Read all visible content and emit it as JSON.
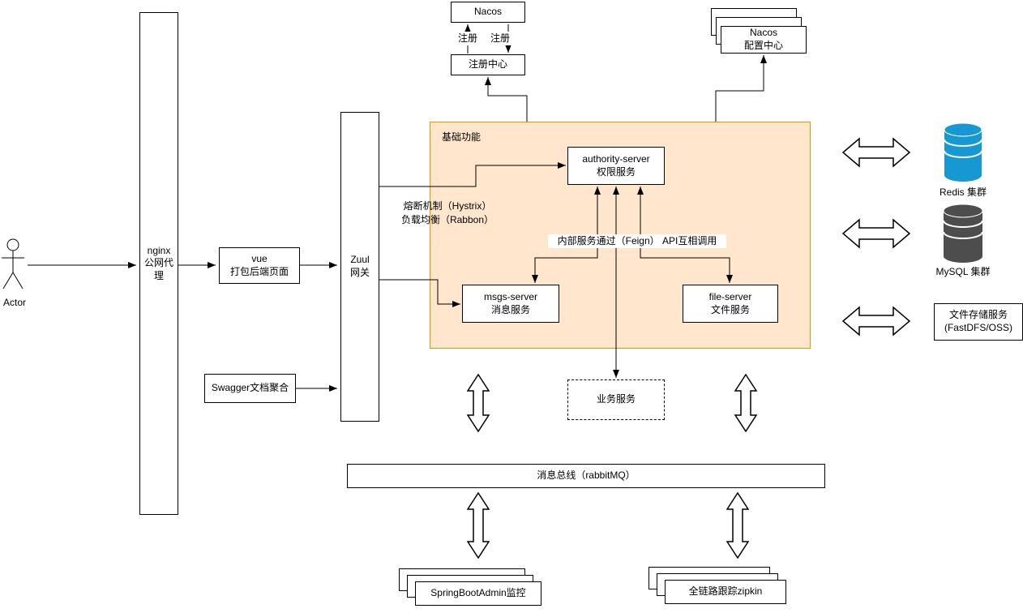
{
  "nodes": {
    "actor": "Actor",
    "nginx": "nginx\n公网代理",
    "vue": "vue\n打包后端页面",
    "zuul": "Zuul\n网关",
    "swagger": "Swagger文档聚合",
    "nacos": "Nacos",
    "registry": "注册中心",
    "nacos_config": "Nacos\n配置中心",
    "authority": "authority-server\n权限服务",
    "msgs": "msgs-server\n消息服务",
    "file": "file-server\n文件服务",
    "business": "业务服务",
    "bus": "消息总线（rabbitMQ）",
    "springbootadmin": "SpringBootAdmin监控",
    "zipkin": "全链路跟踪zipkin",
    "redis": "Redis 集群",
    "mysql": "MySQL 集群",
    "storage": "文件存储服务\n(FastDFS/OSS)"
  },
  "labels": {
    "region_title": "基础功能",
    "register_left": "注册",
    "register_right": "注册",
    "resilience": "熔断机制（Hystrix）\n负载均衡（Rabbon）",
    "feign": "内部服务通过（Feign） API互相调用"
  },
  "colors": {
    "redis_fill": "#1699d3",
    "mysql_fill": "#4d4d4d",
    "region_fill": "#ffe6cc",
    "region_border": "#d79b00"
  }
}
